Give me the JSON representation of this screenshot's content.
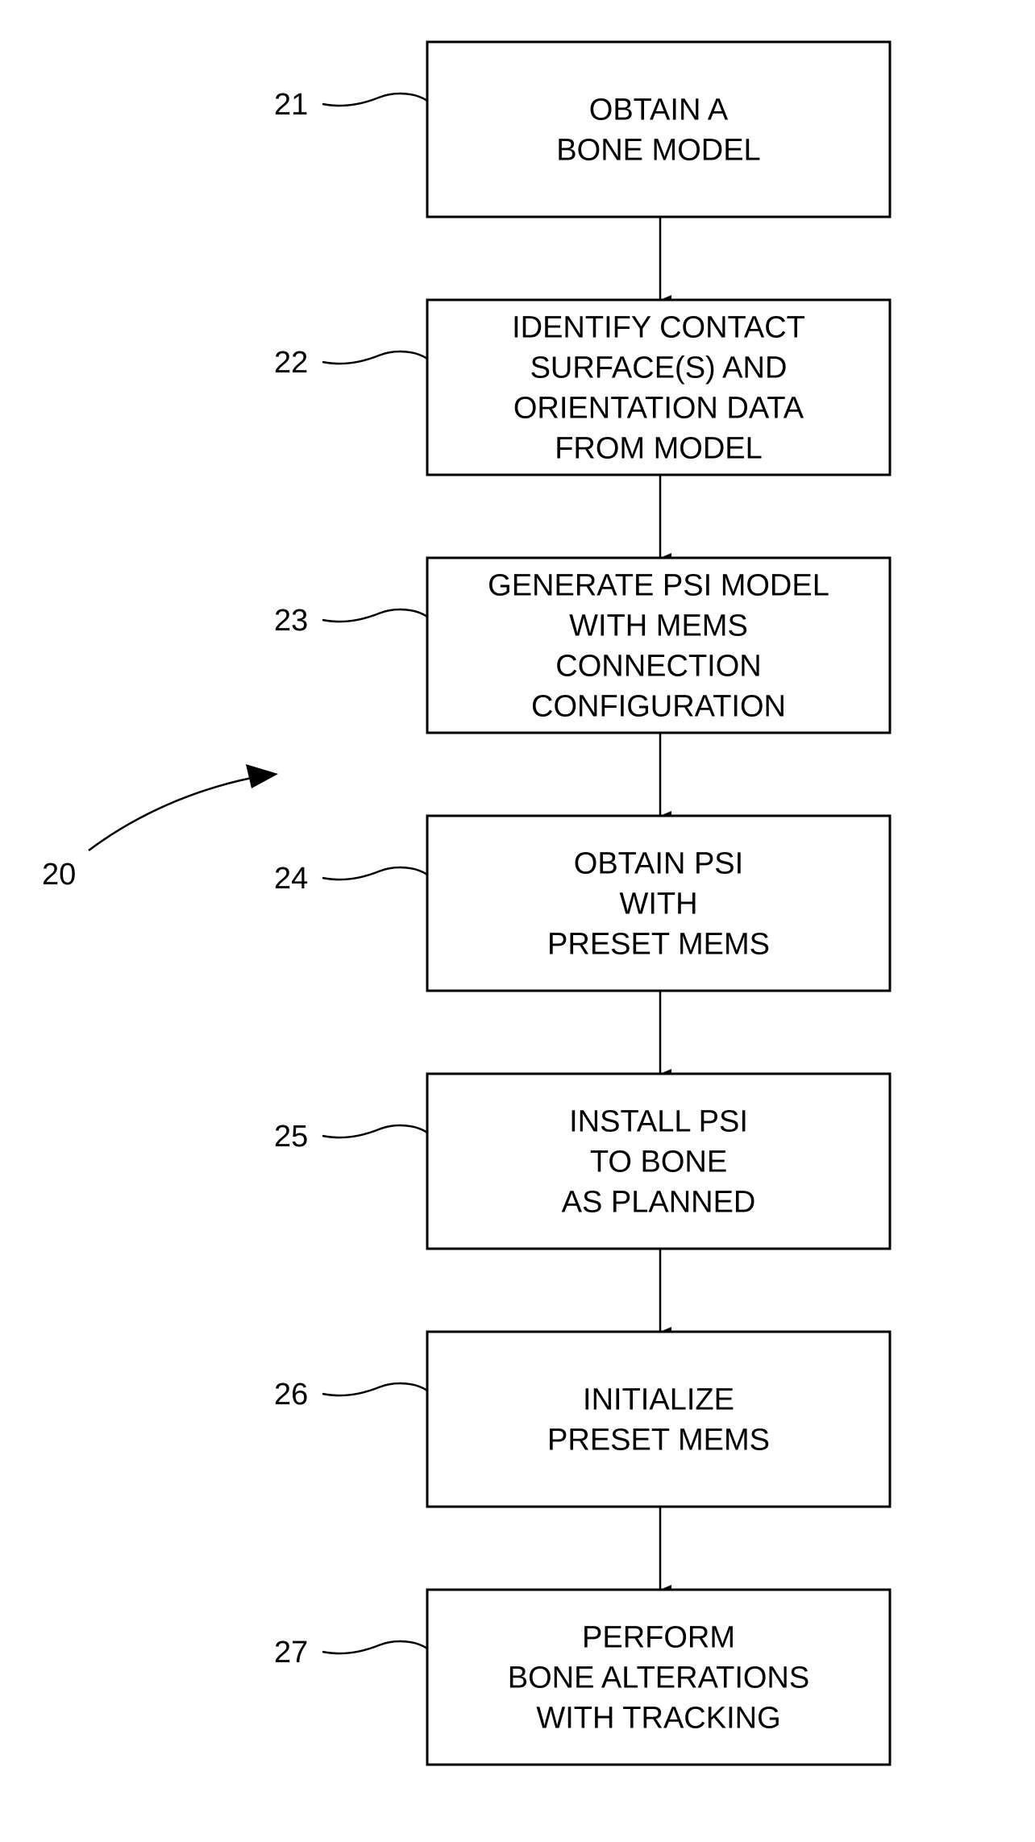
{
  "figure_label": "20",
  "steps": [
    {
      "ref": "21",
      "lines": [
        "OBTAIN A",
        "BONE MODEL"
      ]
    },
    {
      "ref": "22",
      "lines": [
        "IDENTIFY CONTACT",
        "SURFACE(S) AND",
        "ORIENTATION DATA",
        "FROM MODEL"
      ]
    },
    {
      "ref": "23",
      "lines": [
        "GENERATE PSI MODEL",
        "WITH MEMS",
        "CONNECTION",
        "CONFIGURATION"
      ]
    },
    {
      "ref": "24",
      "lines": [
        "OBTAIN PSI",
        "WITH",
        "PRESET MEMS"
      ]
    },
    {
      "ref": "25",
      "lines": [
        "INSTALL PSI",
        "TO BONE",
        "AS PLANNED"
      ]
    },
    {
      "ref": "26",
      "lines": [
        "INITIALIZE",
        "PRESET MEMS"
      ]
    },
    {
      "ref": "27",
      "lines": [
        "PERFORM",
        "BONE ALTERATIONS",
        "WITH TRACKING"
      ]
    }
  ]
}
